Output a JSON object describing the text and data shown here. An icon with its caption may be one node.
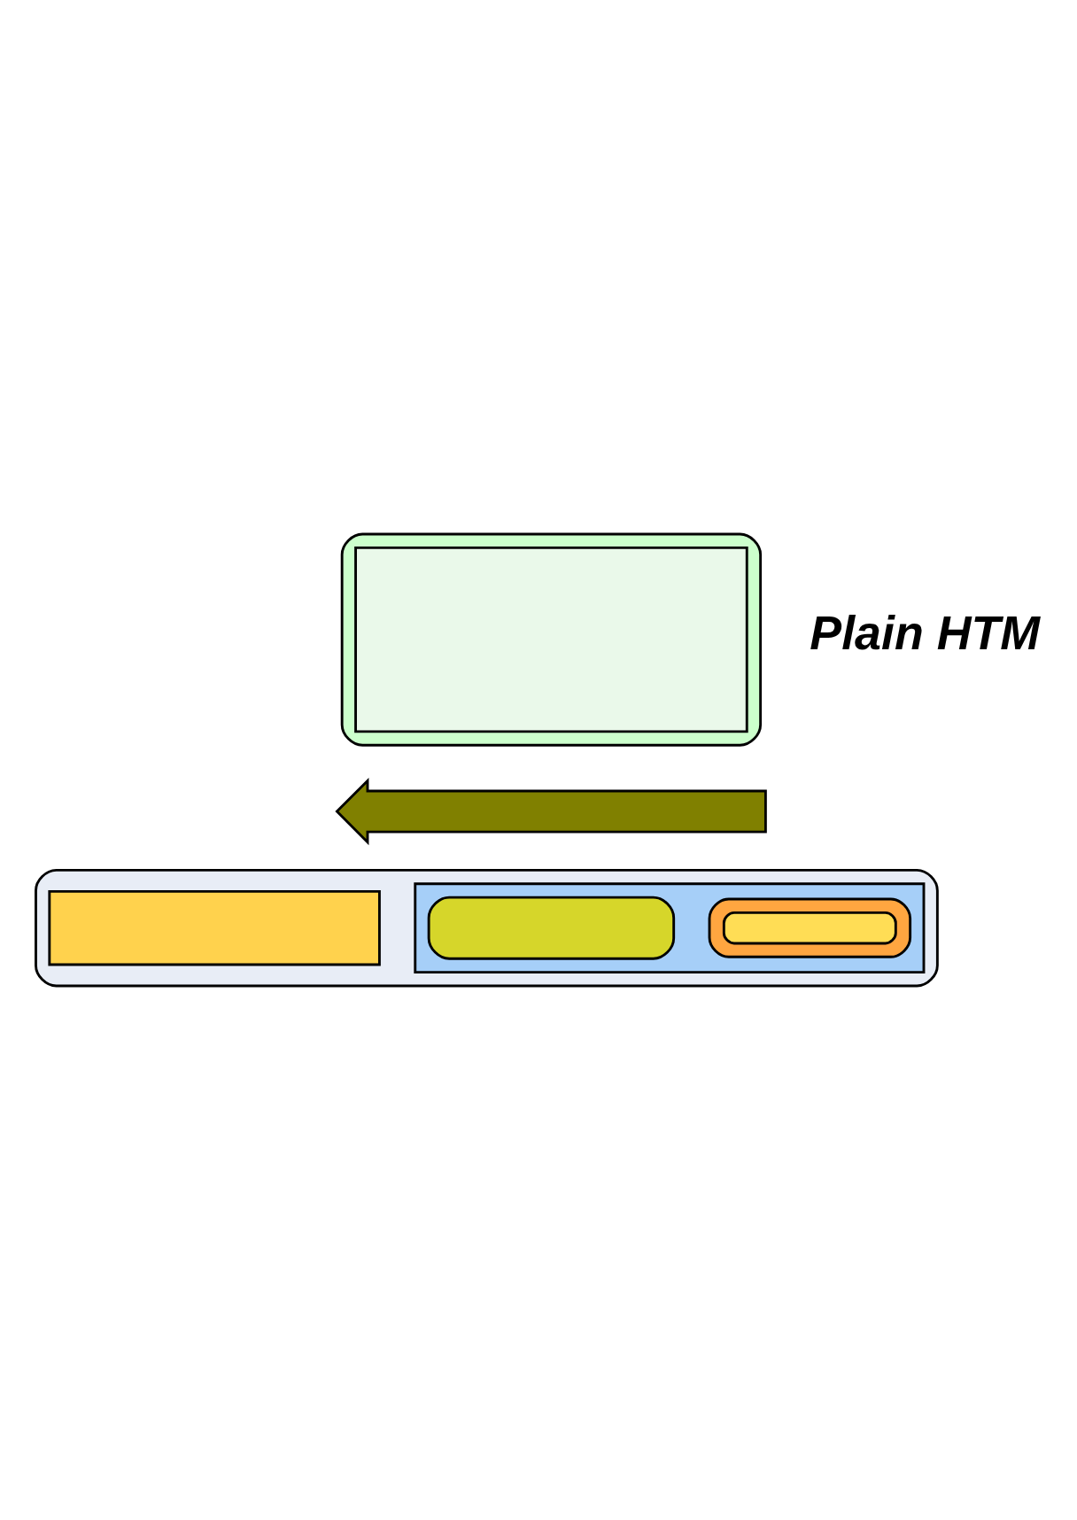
{
  "diagram": {
    "nodes": [
      {
        "text": [],
        "shape": "box"
      },
      {
        "text": [],
        "shape": "box",
        "in": 0
      },
      {
        "text": [],
        "shape": "arrow"
      },
      {
        "text": [],
        "shape": "box"
      },
      {
        "text": [],
        "shape": "box",
        "in": 3
      },
      {
        "text": [],
        "shape": "box",
        "in": 4
      },
      {
        "text": [],
        "shape": "box",
        "in": 3
      },
      {
        "text": [],
        "shape": "box",
        "in": 4
      },
      {
        "text": [],
        "shape": "box",
        "in": 7
      }
    ],
    "edges": [],
    "labels": [
      "Plain HTM"
    ]
  }
}
